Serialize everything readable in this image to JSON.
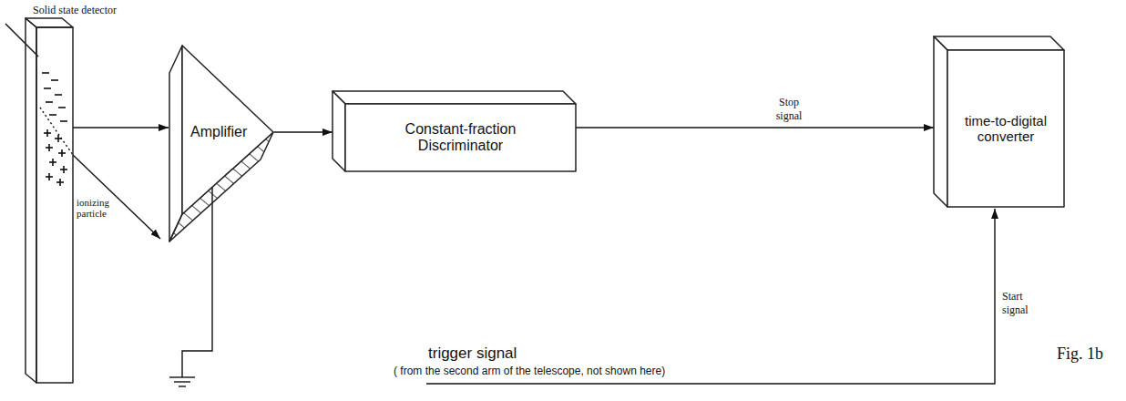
{
  "diagram": {
    "nodes": [
      {
        "text": [
          "Solid state detector"
        ]
      },
      {
        "text": [
          "Amplifier"
        ]
      },
      {
        "text": [
          "Constant-fraction Discriminator"
        ]
      },
      {
        "text": [
          "time-to-digital converter"
        ]
      }
    ],
    "edges": [
      {
        "from": 0,
        "to": 1,
        "arrow": "to"
      },
      {
        "from": 1,
        "to": 2,
        "arrow": "to"
      },
      {
        "from": 2,
        "to": 3,
        "label": "Stop signal",
        "arrow": "to"
      }
    ],
    "labels": [
      "ionizing particle",
      "trigger signal",
      "( from the second arm of the telescope, not shown here)",
      "Start signal",
      "Fig. 1b"
    ]
  }
}
